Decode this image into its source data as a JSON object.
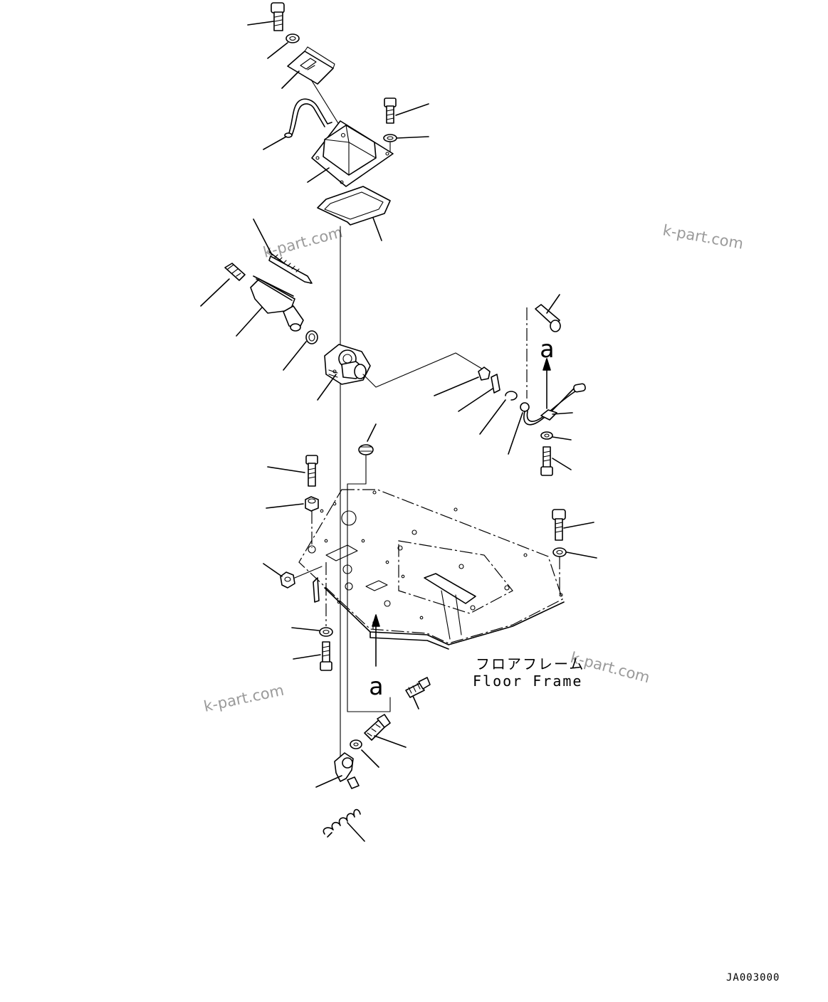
{
  "diagram": {
    "floor_frame_label_jp": "フロアフレーム",
    "floor_frame_label_en": "Floor Frame",
    "reference_mark": "a",
    "drawing_code": "JA003000",
    "watermark": "k-part.com"
  }
}
